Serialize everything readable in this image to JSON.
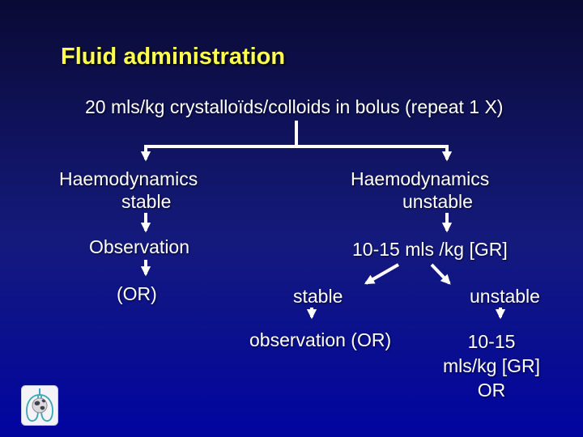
{
  "slide": {
    "title": "Fluid administration",
    "subtitle": "20 mls/kg crystalloïds/colloids in bolus (repeat 1 X)"
  },
  "flow": {
    "left": {
      "haemodynamics": "Haemodynamics",
      "state": "stable",
      "action": "Observation",
      "outcome": "(OR)"
    },
    "right": {
      "haemodynamics": "Haemodynamics",
      "state": "unstable",
      "action": "10-15 mls /kg [GR]",
      "substable_label": "stable",
      "subunstable_label": "unstable",
      "substable_outcome": "observation (OR)",
      "subunstable_outcome_line1": "10-15",
      "subunstable_outcome_line2": "mls/kg [GR]",
      "subunstable_outcome_line3": "OR"
    }
  },
  "icons": {
    "logo": "lungs-globe-logo"
  },
  "colors": {
    "background_top": "#0a0a34",
    "background_mid": "#141a7c",
    "background_bottom": "#0105a0",
    "title": "#ffff4d",
    "text": "#ffffff",
    "arrow": "#ffffff",
    "logo_lungs": "#3aa6b4",
    "logo_globe": "#d9d9de"
  }
}
